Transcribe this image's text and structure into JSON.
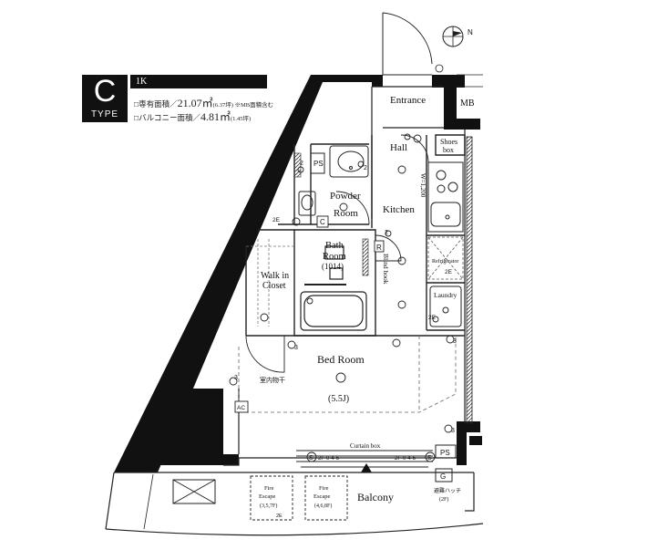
{
  "type_badge": {
    "letter": "C",
    "word": "TYPE"
  },
  "plan": {
    "layout": "1K",
    "exclusive_area": {
      "prefix": "□専有面積／",
      "value": "21.07㎡",
      "note": "(6.37坪) ※MB面積含む"
    },
    "balcony_area": {
      "prefix": "□バルコニー面積／",
      "value": "4.81㎡",
      "note": "(1.45坪)"
    }
  },
  "rooms": {
    "entrance": "Entrance",
    "mb": "MB",
    "hall": "Hall",
    "shoes_box_1": "Shoes",
    "shoes_box_2": "box",
    "ps_top": "PS",
    "powder_room_1": "Powder",
    "powder_room_2": "Room",
    "kitchen": "Kitchen",
    "bath_room_1": "Bath",
    "bath_room_2": "Room",
    "bath_size": "(1014)",
    "walk_in_1": "Walk in",
    "walk_in_2": "Closet",
    "refrigerator": "Refrigerator",
    "laundry": "Laundry",
    "bed_room": "Bed Room",
    "bed_size": "(5.5J)",
    "indoor_dry": "室内物干",
    "curtain_box": "Curtain box",
    "balcony": "Balcony",
    "ps_bottom": "PS",
    "fire_escape_1a": "Fire",
    "fire_escape_1b": "Escape",
    "fire_escape_1c": "(3,5,7F)",
    "fire_escape_2a": "Fire",
    "fire_escape_2b": "Escape",
    "fire_escape_2c": "(4,6,8F)",
    "hatch_note_1": "避難ハッチ",
    "hatch_note_2": "(2F)",
    "g_box": "G"
  },
  "markers": {
    "c": "C",
    "r": "R",
    "blind_hook": "Blind hook",
    "wall_width": "W=1,200",
    "twoe_1": "2E",
    "twoe_2": "2E",
    "twoe_3": "2E",
    "twoe_fire": "2E",
    "ac": "AC",
    "num_2a": "2",
    "num_2b": "2",
    "num_2c": "2",
    "num_3a": "3",
    "num_3b": "3",
    "num_3c": "3",
    "num_3d": "3",
    "s_left": "S",
    "s_right": "S",
    "twof_left": "2F·0·4·6",
    "twof_right": "2F·0·4·6",
    "compass_n": "N"
  }
}
